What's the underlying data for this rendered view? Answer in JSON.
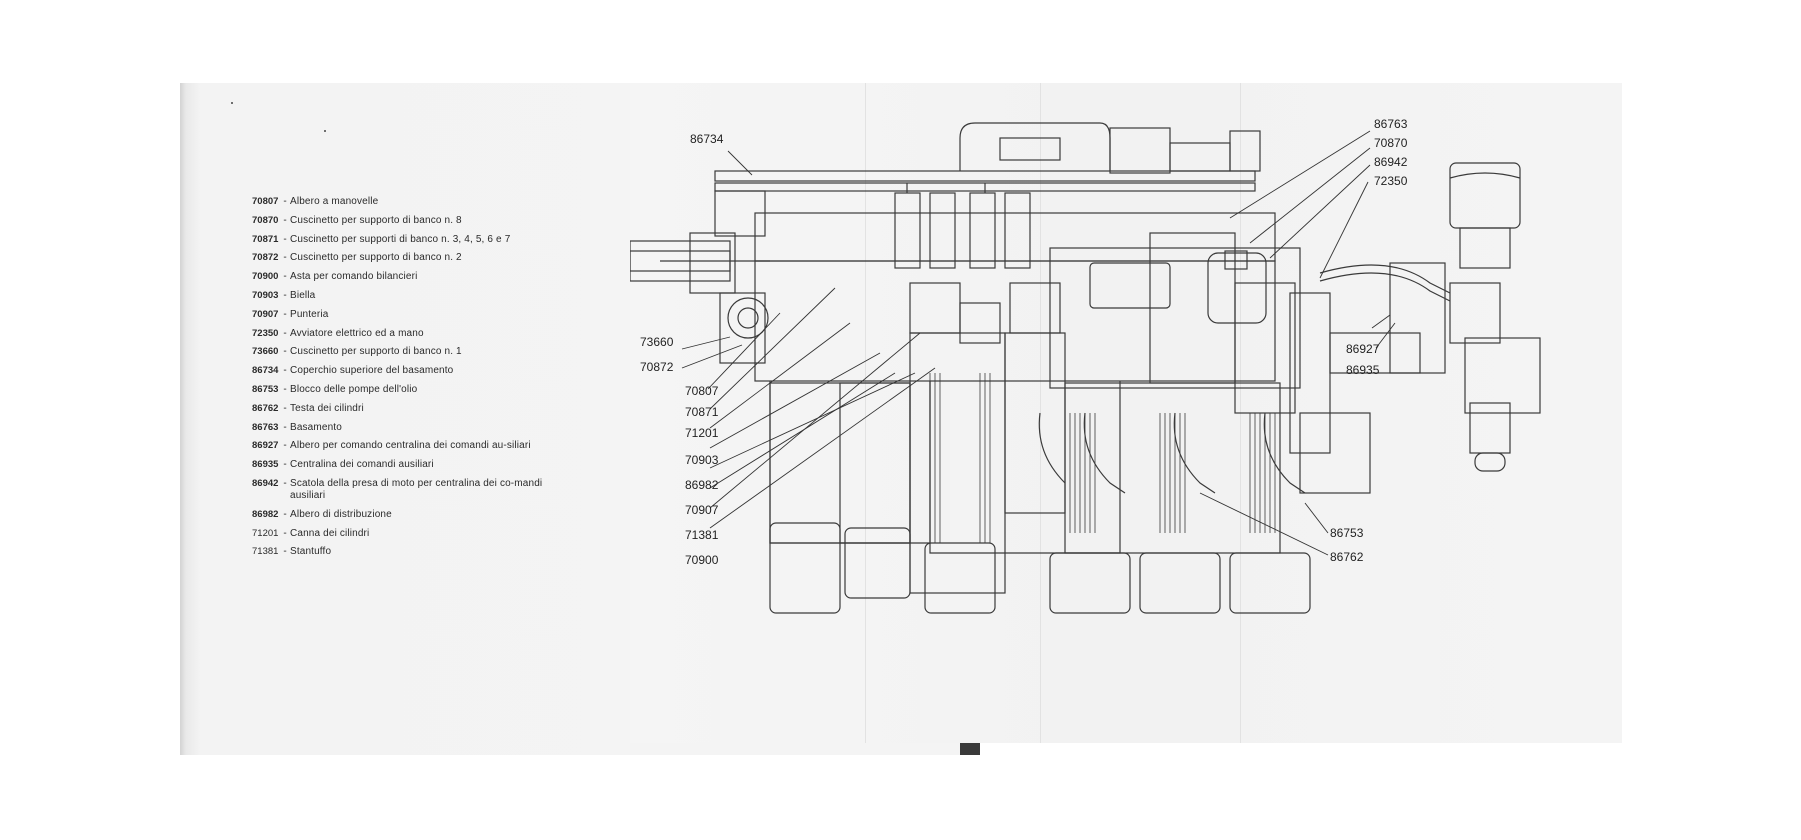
{
  "legend": [
    {
      "code": "70807",
      "desc": "Albero a manovelle",
      "bold": true
    },
    {
      "code": "70870",
      "desc": "Cuscinetto per supporto di banco n. 8",
      "bold": true
    },
    {
      "code": "70871",
      "desc": "Cuscinetto per supporti di banco n. 3, 4, 5, 6 e 7",
      "bold": true
    },
    {
      "code": "70872",
      "desc": "Cuscinetto per supporto di banco n. 2",
      "bold": true
    },
    {
      "code": "70900",
      "desc": "Asta per comando bilancieri",
      "bold": true
    },
    {
      "code": "70903",
      "desc": "Biella",
      "bold": true
    },
    {
      "code": "70907",
      "desc": "Punteria",
      "bold": true
    },
    {
      "code": "72350",
      "desc": "Avviatore elettrico ed a mano",
      "bold": true
    },
    {
      "code": "73660",
      "desc": "Cuscinetto per supporto di banco n. 1",
      "bold": true
    },
    {
      "code": "86734",
      "desc": "Coperchio superiore del basamento",
      "bold": true
    },
    {
      "code": "86753",
      "desc": "Blocco delle pompe dell'olio",
      "bold": true
    },
    {
      "code": "86762",
      "desc": "Testa dei cilindri",
      "bold": true
    },
    {
      "code": "86763",
      "desc": "Basamento",
      "bold": true
    },
    {
      "code": "86927",
      "desc": "Albero per comando centralina dei comandi au-siliari",
      "bold": true
    },
    {
      "code": "86935",
      "desc": "Centralina dei comandi ausiliari",
      "bold": true
    },
    {
      "code": "86942",
      "desc": "Scatola della presa di moto per centralina dei co-mandi ausiliari",
      "bold": true
    },
    {
      "code": "86982",
      "desc": "Albero di distribuzione",
      "bold": true
    },
    {
      "code": "71201",
      "desc": "Canna dei cilindri",
      "bold": false
    },
    {
      "code": "71381",
      "desc": "Stantuffo",
      "bold": false
    }
  ],
  "callouts": {
    "c86734": "86734",
    "c73660": "73660",
    "c70872": "70872",
    "c70807": "70807",
    "c70871": "70871",
    "c71201": "71201",
    "c70903": "70903",
    "c86982": "86982",
    "c70907": "70907",
    "c71381": "71381",
    "c70900": "70900",
    "c86763": "86763",
    "c70870": "70870",
    "c86942": "86942",
    "c72350": "72350",
    "c86927": "86927",
    "c86935": "86935",
    "c86753": "86753",
    "c86762": "86762"
  },
  "colors": {
    "line": "#3a3a3a",
    "paper": "#f4f4f4"
  }
}
